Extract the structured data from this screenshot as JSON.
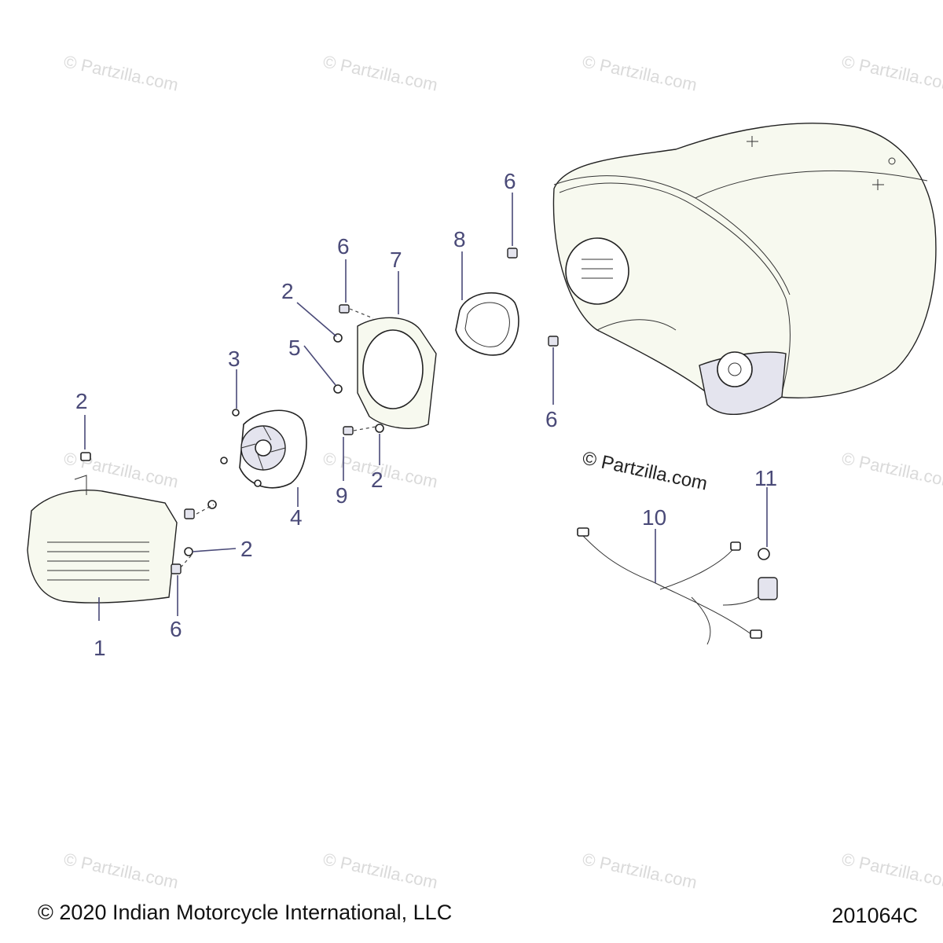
{
  "watermarks": {
    "copyright_text": "© Partzilla.com"
  },
  "callouts": [
    {
      "id": "c1",
      "label": "1"
    },
    {
      "id": "c2a",
      "label": "2"
    },
    {
      "id": "c2b",
      "label": "2"
    },
    {
      "id": "c2c",
      "label": "2"
    },
    {
      "id": "c2d",
      "label": "2"
    },
    {
      "id": "c3",
      "label": "3"
    },
    {
      "id": "c4",
      "label": "4"
    },
    {
      "id": "c5",
      "label": "5"
    },
    {
      "id": "c6a",
      "label": "6"
    },
    {
      "id": "c6b",
      "label": "6"
    },
    {
      "id": "c6c",
      "label": "6"
    },
    {
      "id": "c6d",
      "label": "6"
    },
    {
      "id": "c7",
      "label": "7"
    },
    {
      "id": "c8",
      "label": "8"
    },
    {
      "id": "c9",
      "label": "9"
    },
    {
      "id": "c10",
      "label": "10"
    },
    {
      "id": "c11",
      "label": "11"
    }
  ],
  "footer": {
    "copyright": "© 2020 Indian Motorcycle International, LLC",
    "diagram_number": "201064C"
  }
}
